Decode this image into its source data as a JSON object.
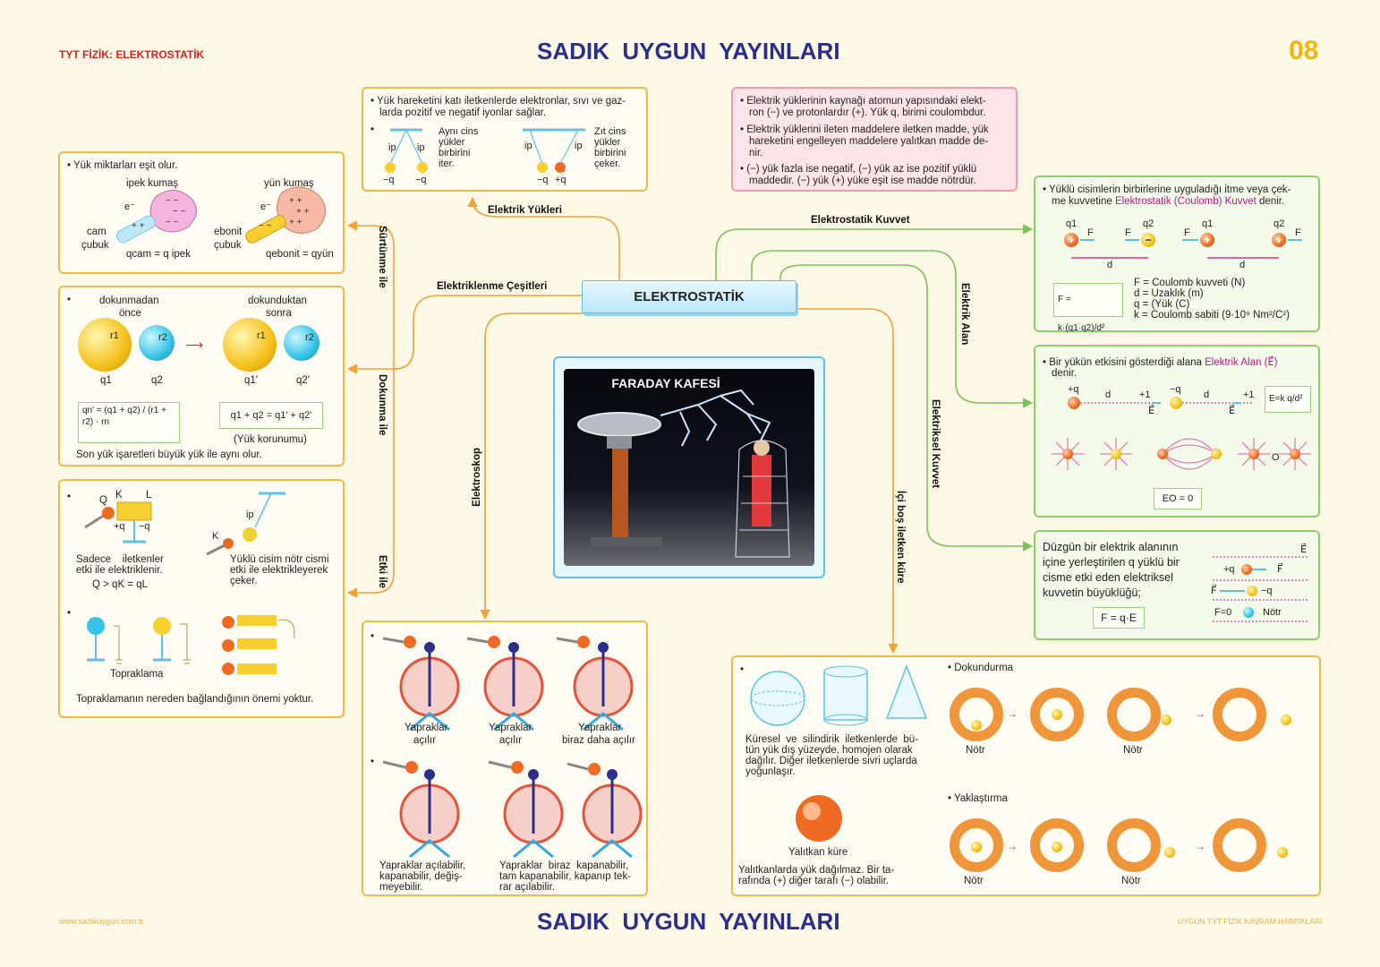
{
  "header": {
    "topic_prefix": "TYT FİZİK:",
    "topic": "ELEKTROSTATİK",
    "publisher": "SADIK  UYGUN  YAYINLARI",
    "page_number": "08"
  },
  "footer": {
    "website": "www.sadikuygun.com.tr",
    "publisher": "SADIK  UYGUN  YAYINLARI",
    "series": "UYGUN TYT FİZİK KAVRAM HARİTALARI"
  },
  "center": {
    "title": "ELEKTROSTATİK"
  },
  "faraday": {
    "title": "FARADAY KAFESİ"
  },
  "edges": {
    "elektrik_yukleri": "Elektrik Yükleri",
    "elektriklenme": "Elektriklenme Çeşitleri",
    "elektrostatik_kuvvet": "Elektrostatik Kuvvet",
    "surtunme": "Sürtünme ile",
    "dokunma": "Dokunma ile",
    "etki": "Etki ile",
    "elektroskop": "Elektroskop",
    "ici_bos": "İçi boş iletken küre",
    "elektriksel_kuvvet": "Elektriksel Kuvvet",
    "elektrik_alan": "Elektrik Alan"
  },
  "surtunme_box": {
    "bullet": "Yük miktarları eşit olur.",
    "ipek": "ipek kumaş",
    "yun": "yün kumaş",
    "cam_cubuk_1": "cam",
    "cam_cubuk_2": "çubuk",
    "ebonit_1": "ebonit",
    "ebonit_2": "çubuk",
    "eq1": "qcam = q ipek",
    "eq2": "qebonit = qyün",
    "e": "e⁻"
  },
  "dokunma_box": {
    "before_1": "dokunmadan",
    "before_2": "önce",
    "after_1": "dokunduktan",
    "after_2": "sonra",
    "q1": "q1",
    "q2": "q2",
    "q1p": "q1'",
    "q2p": "q2'",
    "r1": "r1",
    "r2": "r2",
    "formula1": "qn' = (q1 + q2) / (r1 + r2) · rn",
    "formula2": "q1 + q2 = q1' + q2'",
    "korunum": "(Yük korunumu)",
    "note": "Son yük işaretleri büyük yük ile aynı olur."
  },
  "etki_box": {
    "Q": "Q",
    "K": "K",
    "L": "L",
    "plus_q": "+q",
    "minus_q": "−q",
    "ip": "ip",
    "K2": "K",
    "text1_1": "Sadece    iletkenler",
    "text1_2": "etki ile elektriklenir.",
    "text1_3": "Q > qK = qL",
    "text2_1": "Yüklü cisim nötr cismi",
    "text2_2": "etki ile elektrikleyerek",
    "text2_3": "çeker.",
    "topraklama": "Topraklama",
    "note": "Topraklamanın nereden bağlandığının önemi yoktur."
  },
  "yukler_box": {
    "line1": "Yük hareketini katı iletkenlerde elektronlar, sıvı ve gaz-",
    "line2": "larda pozitif ve negatif iyonlar sağlar.",
    "ip": "ip",
    "same_1": "Aynı cins",
    "same_2": "yükler",
    "same_3": "birbirini",
    "same_4": "iter.",
    "opp_1": "Zıt cins",
    "opp_2": "yükler",
    "opp_3": "birbirini",
    "opp_4": "çeker.",
    "minus_q": "−q",
    "plus_q": "+q"
  },
  "pink_box": {
    "b1_1": "Elektrik yüklerinin kaynağı atomun yapısındaki elekt-",
    "b1_2": "ron (−) ve protonlardır (+). Yük q, birimi coulombdur.",
    "b2_1": "Elektrik yüklerini ileten maddelere iletken madde, yük",
    "b2_2": "hareketini engelleyen maddelere yalıtkan madde de-",
    "b2_3": "nir.",
    "b3_1": "(−) yük fazla ise negatif, (−) yük az ise pozitif yüklü",
    "b3_2": "maddedir. (−) yük (+) yüke eşit ise madde nötrdür."
  },
  "coulomb_box": {
    "line1": "Yüklü cisimlerin birbirlerine uyguladığı itme veya çek-",
    "line2_a": "me kuvvetine ",
    "line2_b": "Elektrostatik (Coulomb) Kuvvet",
    "line2_c": " denir.",
    "q1": "q1",
    "q2": "q2",
    "F": "F",
    "d": "d",
    "formula": "F = k·(q1·q2)/d²",
    "legend1": "F = Coulomb kuvveti (N)",
    "legend2": "d = Uzaklık (m)",
    "legend3": "q = (Yük (C)",
    "legend4": "k = Coulomb sabiti (9·10⁹ Nm²/C²)"
  },
  "alan_box": {
    "line1_a": "Bir yükün etkisini gösterdiği alana ",
    "line1_b": "Elektrik Alan (E⃗)",
    "line2": "denir.",
    "plus_q": "+q",
    "minus_q": "−q",
    "d": "d",
    "plus1": "+1",
    "E": "E⃗",
    "formula": "E=k q/d²",
    "O": "O",
    "eo": "EO = 0"
  },
  "kuvvet_box": {
    "line1": "Düzgün bir elektrik alanının",
    "line2": "içine yerleştirilen q yüklü bir",
    "line3": "cisme etki eden elektriksel",
    "line4": "kuvvetin büyüklüğü;",
    "formula": "F = q·E",
    "E": "E⃗",
    "plus_q": "+q",
    "minus_q": "−q",
    "F": "F⃗",
    "f0": "F=0",
    "notr": "Nötr"
  },
  "elektroskop_box": {
    "c1_1": "Yapraklar",
    "c1_2": "açılır",
    "c2_1": "Yapraklar",
    "c2_2": "açılır",
    "c3_1": "Yapraklar",
    "c3_2": "biraz daha açılır",
    "c4_1": "Yapraklar açılabilir,",
    "c4_2": "kapanabilir, değiş-",
    "c4_3": "meyebilir.",
    "c5_1": "Yapraklar  biraz  kapanabilir,",
    "c5_2": "tam kapanabilir, kapanıp tek-",
    "c5_3": "rar açılabilir."
  },
  "kure_box": {
    "text_1": "Küresel  ve  silindirik  iletkenlerde  bü-",
    "text_2": "tün yük dış yüzeyde, homojen olarak",
    "text_3": "dağılır. Diğer iletkenlerde sivri uçlarda",
    "text_4": "yoğunlaşır.",
    "yalitkan": "Yalıtkan küre",
    "yal_text_1": "Yalıtkanlarda yük dağılmaz. Bir ta-",
    "yal_text_2": "rafında (+) diğer tarafı (−) olabilir.",
    "dokundurma": "Dokundurma",
    "yaklastirma": "Yaklaştırma",
    "notr": "Nötr"
  },
  "colors": {
    "orange_line": "#f0a23a",
    "green_line": "#7cc25a",
    "navy": "#2b2f8c",
    "red": "#e02020",
    "magenta": "#c0148a",
    "gold": "#f5b50a"
  }
}
